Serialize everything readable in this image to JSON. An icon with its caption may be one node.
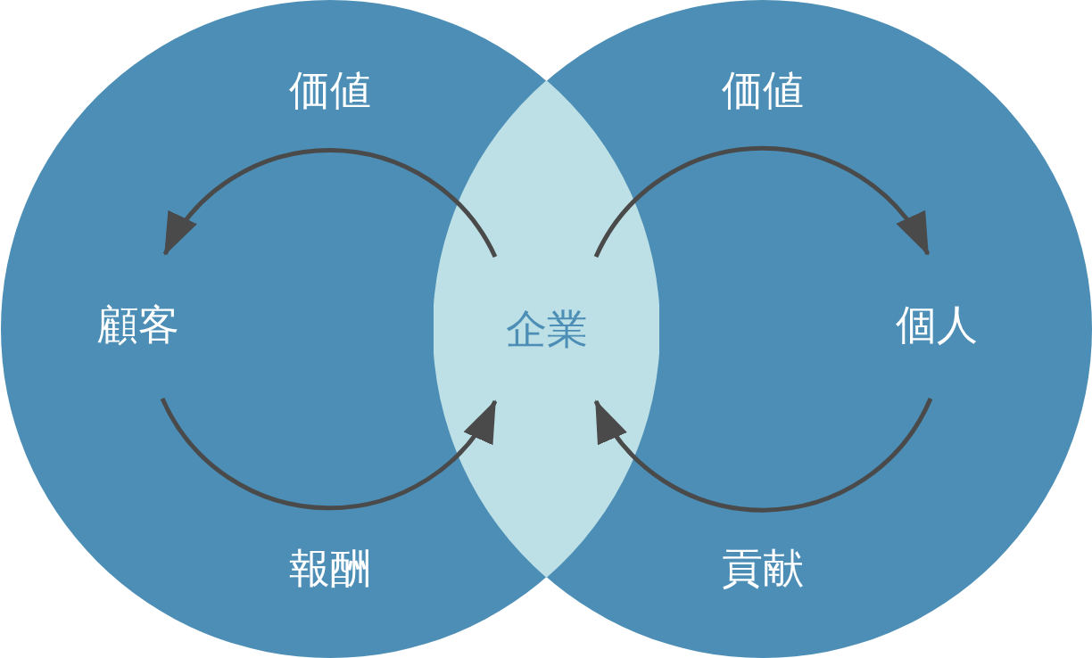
{
  "diagram": {
    "nodes": [
      {
        "text": [
          "顧客"
        ]
      },
      {
        "text": [
          "企業"
        ]
      },
      {
        "text": [
          "個人"
        ]
      }
    ],
    "edges": [
      {
        "from": 1,
        "to": 0,
        "arrow": "to",
        "label": "価値"
      },
      {
        "from": 0,
        "to": 1,
        "arrow": "to",
        "label": "報酬"
      },
      {
        "from": 1,
        "to": 2,
        "arrow": "to",
        "label": "価値"
      },
      {
        "from": 2,
        "to": 1,
        "arrow": "to",
        "label": "貢献"
      }
    ]
  }
}
